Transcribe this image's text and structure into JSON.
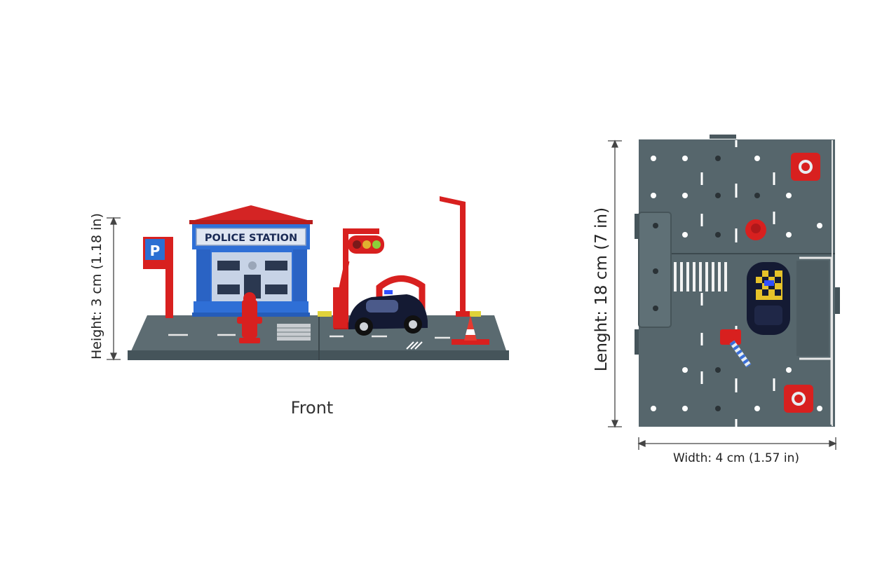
{
  "front_view": {
    "caption": "Front",
    "height_label": "Height: 3 cm (1.18 in)",
    "building_sign": "POLICE STATION",
    "parking_sign": "P"
  },
  "top_view": {
    "length_label": "Lenght: 18 cm (7 in)",
    "width_label": "Width: 4 cm (1.57 in)"
  },
  "colors": {
    "background": "#ffffff",
    "road_plate": "#56666c",
    "building_blue": "#2f6fd6",
    "roof_red": "#d42424",
    "toy_red": "#d8201f",
    "police_car": "#141a33"
  }
}
